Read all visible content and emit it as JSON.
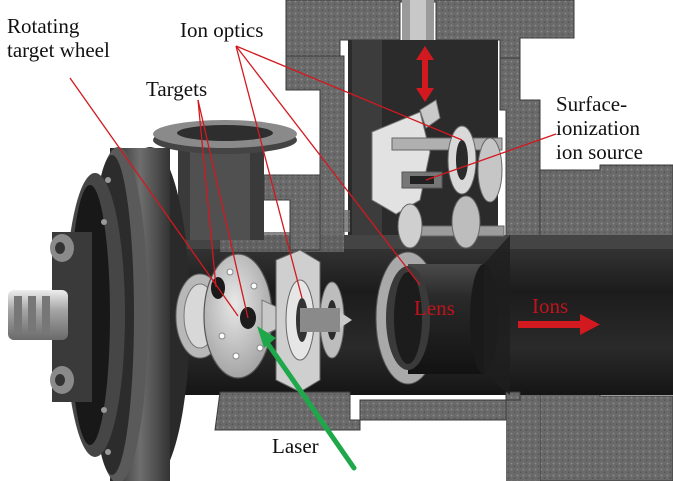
{
  "labels": {
    "rotating_target_wheel": [
      "Rotating",
      "target wheel"
    ],
    "targets": "Targets",
    "ion_optics": "Ion optics",
    "surface_ionization_ion_source": [
      "Surface-",
      "ionization",
      "ion source"
    ],
    "lens": "Lens",
    "ions": "Ions",
    "laser": "Laser"
  },
  "colors": {
    "callout_line": "#d2191f",
    "ions_arrow": "#d2191f",
    "laser_beam": "#1ea84a",
    "translation_arrow": "#d2191f",
    "metal_dark": "#2e2e2e",
    "metal_mid": "#5a5a5a",
    "metal_light": "#a8a8a8",
    "section_hatch": "#6e6e6e"
  }
}
